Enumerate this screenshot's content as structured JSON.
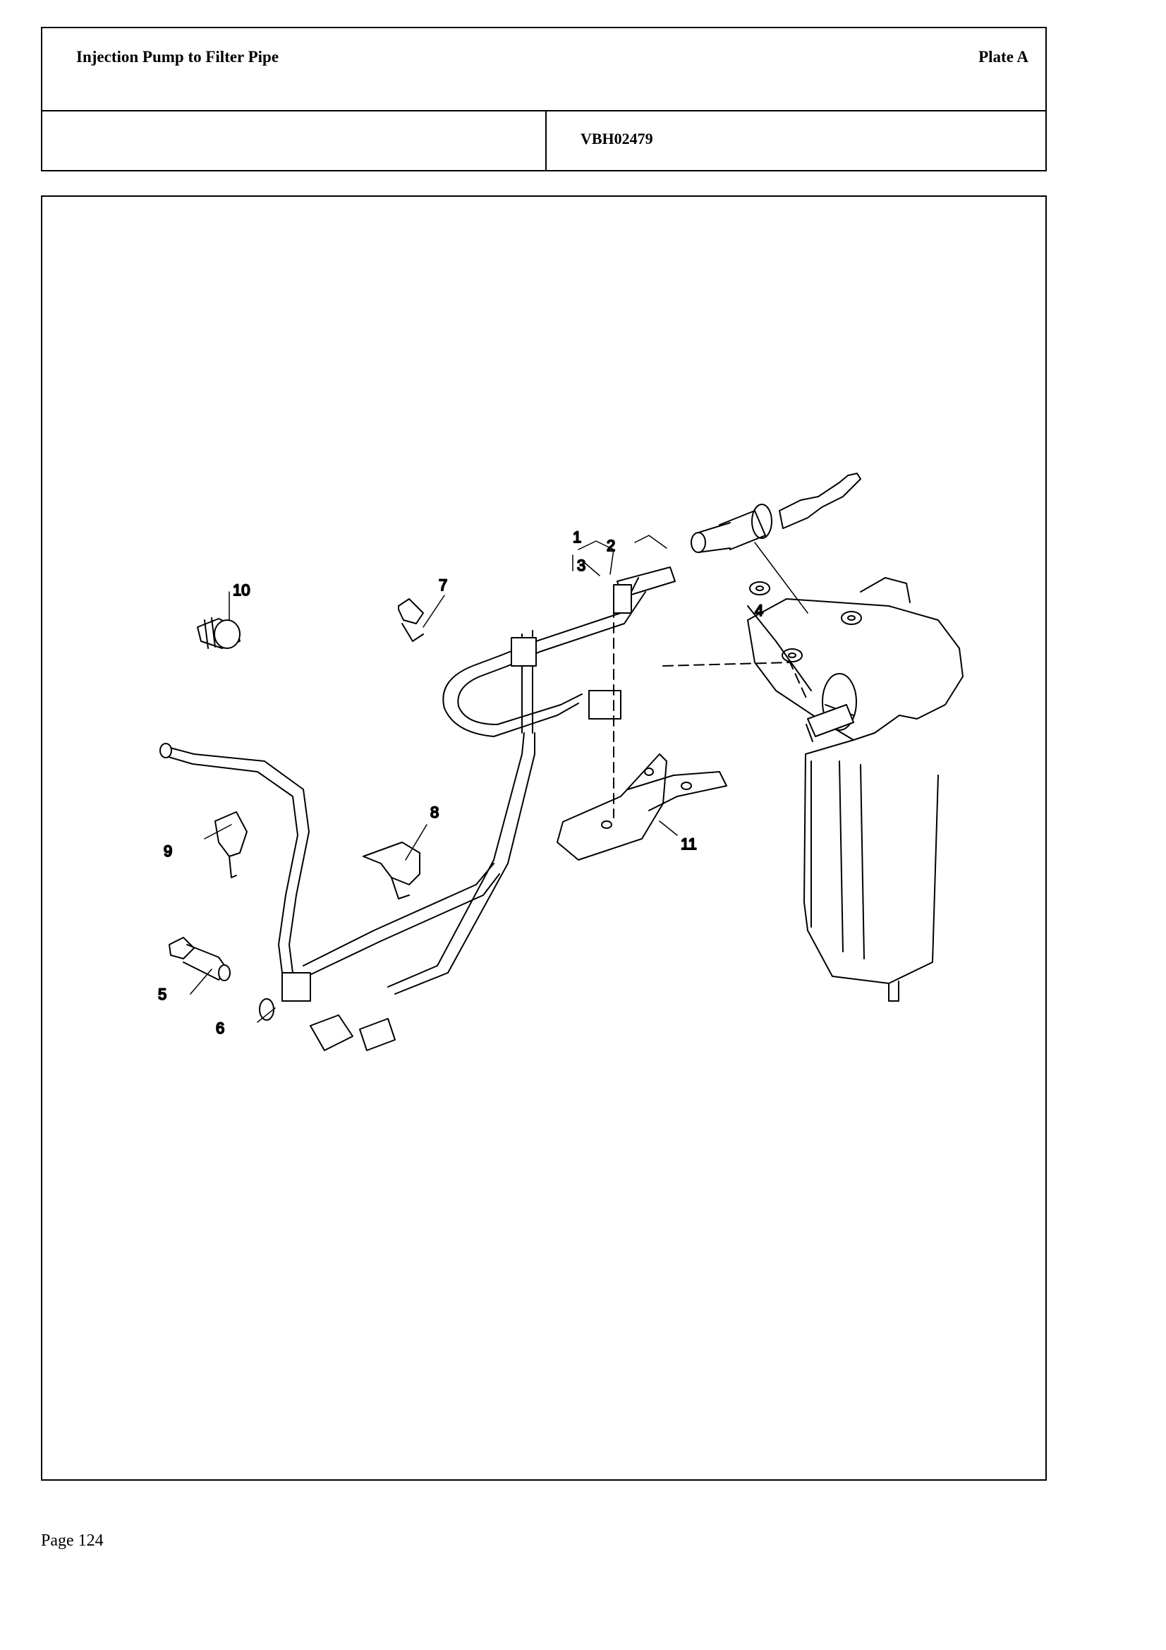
{
  "header": {
    "title": "Injection Pump to Filter Pipe",
    "plate": "Plate A",
    "drawing_code": "VBH02479"
  },
  "diagram": {
    "callouts": [
      "1",
      "2",
      "3",
      "4",
      "5",
      "6",
      "7",
      "8",
      "9",
      "10",
      "11"
    ]
  },
  "footer": {
    "page": "Page 124"
  }
}
